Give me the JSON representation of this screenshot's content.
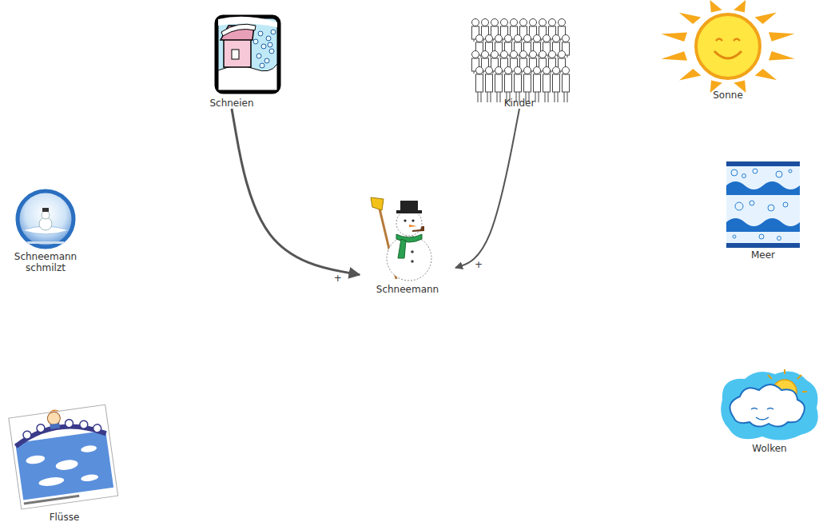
{
  "diagram": {
    "nodes": [
      {
        "text": [
          "Schneien"
        ]
      },
      {
        "text": [
          "Kinder"
        ]
      },
      {
        "text": [
          "Sonne"
        ]
      },
      {
        "text": [
          "Schneemann schmilzt"
        ]
      },
      {
        "text": [
          "Schneemann"
        ]
      },
      {
        "text": [
          "Meer"
        ]
      },
      {
        "text": [
          "Wolken"
        ]
      },
      {
        "text": [
          "Flüsse"
        ]
      }
    ],
    "edges": [
      {
        "from": 0,
        "to": 4,
        "arrow": "to",
        "label": "+"
      },
      {
        "from": 1,
        "to": 4,
        "arrow": "to",
        "label": "+"
      }
    ]
  }
}
